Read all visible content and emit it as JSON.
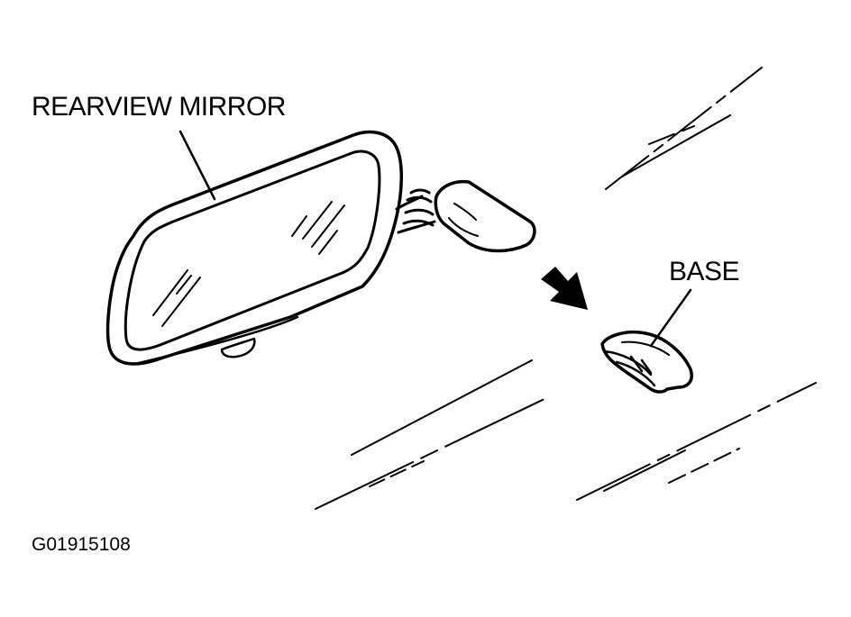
{
  "labels": {
    "mirror": "REARVIEW MIRROR",
    "base": "BASE",
    "figure_code": "G01915108"
  },
  "colors": {
    "ink": "#000000",
    "background": "#ffffff"
  },
  "icons": {
    "direction_arrow": "arrow-down-right-icon"
  }
}
